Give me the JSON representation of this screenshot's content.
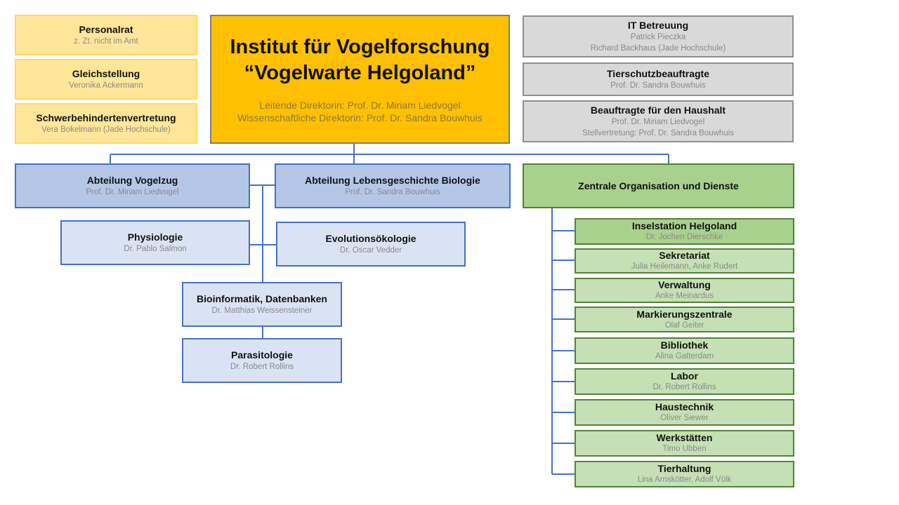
{
  "institute": {
    "title_line1": "Institut für Vogelforschung",
    "title_line2": "“Vogelwarte Helgoland”",
    "director1": "Leitende Direktorin: Prof. Dr. Miriam Liedvogel",
    "director2": "Wissenschaftliche Direktorin: Prof. Dr. Sandra Bouwhuis"
  },
  "left_bodies": [
    {
      "title": "Personalrat",
      "subtitle": "z. Zt. nicht im Amt"
    },
    {
      "title": "Gleichstellung",
      "subtitle": "Veronika Ackermann"
    },
    {
      "title": "Schwerbehindertenvertretung",
      "subtitle": "Vera Bokelmann (Jade Hochschule)"
    }
  ],
  "right_bodies": {
    "it": {
      "title": "IT Betreuung",
      "line1": "Patrick Pieczka",
      "line2": "Richard Backhaus (Jade Hochschule)"
    },
    "animal_welfare": {
      "title": "Tierschutzbeauftragte",
      "line1": "Prof. Dr. Sandra Bouwhuis"
    },
    "budget": {
      "title": "Beauftragte für den Haushalt",
      "line1": "Prof. Dr. Miriam Liedvogel",
      "line2": "Stellvertretung: Prof. Dr. Sandra Bouwhuis"
    }
  },
  "departments": {
    "vogelzug": {
      "title": "Abteilung Vogelzug",
      "head": "Prof. Dr. Miriam Liedvogel"
    },
    "lebensgeschichte": {
      "title": "Abteilung Lebensgeschichte Biologie",
      "head": "Prof. Dr. Sandra Bouwhuis"
    },
    "zentrale": {
      "title": "Zentrale Organisation und Dienste"
    }
  },
  "groups": {
    "physiologie": {
      "title": "Physiologie",
      "head": "Dr. Pablo Salmon"
    },
    "evolution": {
      "title": "Evolutionsökologie",
      "head": "Dr. Oscar Vedder"
    },
    "bioinformatik": {
      "title": "Bioinformatik, Datenbanken",
      "head": "Dr. Matthias Weissensteiner"
    },
    "parasitologie": {
      "title": "Parasitologie",
      "head": "Dr. Robert Rollins"
    }
  },
  "services": [
    {
      "title": "Inselstation Helgoland",
      "subtitle": "Dr. Jochen Dierschke"
    },
    {
      "title": "Sekretariat",
      "subtitle": "Julia Heilemann, Anke Rudert"
    },
    {
      "title": "Verwaltung",
      "subtitle": "Anke Meinardus"
    },
    {
      "title": "Markierungszentrale",
      "subtitle": "Olaf Geiter"
    },
    {
      "title": "Bibliothek",
      "subtitle": "Alina Gatterdam"
    },
    {
      "title": "Labor",
      "subtitle": "Dr. Robert Rollins"
    },
    {
      "title": "Haustechnik",
      "subtitle": "Oliver Siewer"
    },
    {
      "title": "Werkstätten",
      "subtitle": "Timo Ubben"
    },
    {
      "title": "Tierhaltung",
      "subtitle": "Lina Arnskötter, Adolf Völk"
    }
  ]
}
